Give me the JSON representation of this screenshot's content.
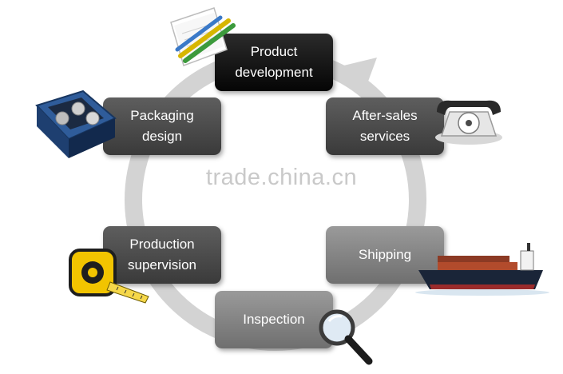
{
  "diagram": {
    "nodes": [
      {
        "id": "product-development",
        "label": "Product\ndevelopment"
      },
      {
        "id": "after-sales-services",
        "label": "After-sales\nservices"
      },
      {
        "id": "shipping",
        "label": "Shipping"
      },
      {
        "id": "inspection",
        "label": "Inspection"
      },
      {
        "id": "production-supervision",
        "label": "Production\nsupervision"
      },
      {
        "id": "packaging-design",
        "label": "Packaging\ndesign"
      }
    ],
    "cycle_direction": "clockwise",
    "watermark": "trade.china.cn"
  },
  "icons": [
    "notepad-pencil-icon",
    "telephone-icon",
    "cargo-ship-icon",
    "magnifier-icon",
    "tape-measure-icon",
    "gift-box-icon"
  ],
  "colors": {
    "dark_box": "#0a0a0a",
    "mid_box": "#4a4a4a",
    "light_box": "#808080",
    "arrow_ring": "#d3d3d3",
    "watermark": "#c9c9c9"
  }
}
